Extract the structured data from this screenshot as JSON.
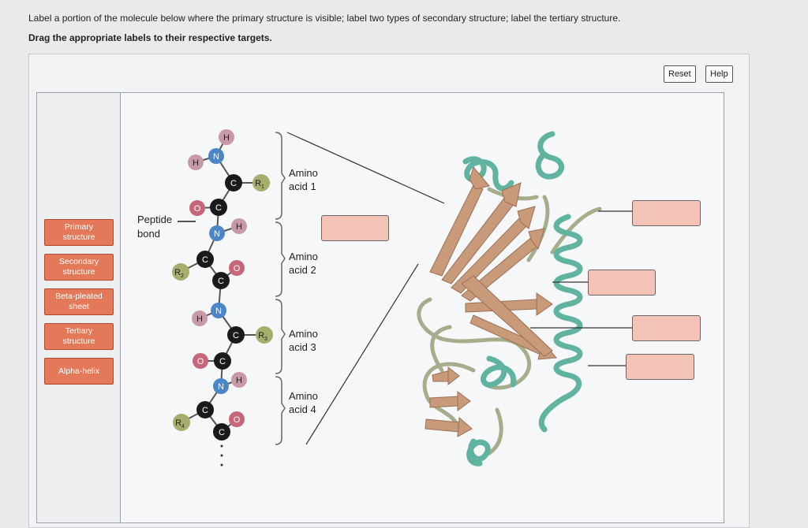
{
  "instructions": {
    "line1": "Label a portion of the molecule below where the primary structure is visible; label two types of secondary structure; label the tertiary structure.",
    "line2": "Drag the appropriate labels to their respective targets."
  },
  "buttons": {
    "reset": "Reset",
    "help": "Help"
  },
  "labels": [
    {
      "line1": "Primary",
      "line2": "structure"
    },
    {
      "line1": "Secondary",
      "line2": "structure"
    },
    {
      "line1": "Beta-pleated",
      "line2": "sheet"
    },
    {
      "line1": "Tertiary",
      "line2": "structure"
    },
    {
      "line1": "Alpha-helix",
      "line2": ""
    }
  ],
  "molecule": {
    "peptide_bond": [
      "Peptide",
      "bond"
    ],
    "atoms": {
      "H": "H",
      "N": "N",
      "C": "C",
      "O": "O"
    },
    "r_groups": [
      "R",
      "R",
      "R",
      "R"
    ],
    "r_subscripts": [
      "1",
      "2",
      "3",
      "4"
    ],
    "amino_acids": [
      {
        "line1": "Amino",
        "line2": "acid 1"
      },
      {
        "line1": "Amino",
        "line2": "acid 2"
      },
      {
        "line1": "Amino",
        "line2": "acid 3"
      },
      {
        "line1": "Amino",
        "line2": "acid 4"
      }
    ]
  },
  "colors": {
    "label_bg": "#e4795a",
    "target_bg": "#f2c3b6",
    "helix": "#5fb3a0",
    "sheet": "#c99a7a",
    "nitrogen": "#4a86c8",
    "oxygen": "#c7667a",
    "carbon": "#1a1a1a",
    "hydrogen": "#c89aa8",
    "r_group": "#a7ad6a"
  }
}
